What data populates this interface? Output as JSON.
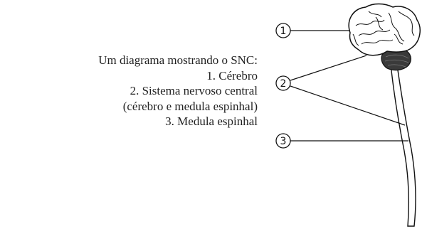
{
  "caption": {
    "lines": [
      "Um diagrama mostrando o SNC:",
      "1. Cérebro",
      "2. Sistema nervoso central",
      "(cérebro e medula espinhal)",
      "3. Medula espinhal"
    ]
  },
  "callouts": [
    {
      "number": "1",
      "target": "brain"
    },
    {
      "number": "2",
      "target": "central-nervous-system"
    },
    {
      "number": "3",
      "target": "spinal-cord"
    }
  ],
  "colors": {
    "stroke": "#111111",
    "text": "#222222",
    "cerebellum": "#3a3a3a"
  }
}
